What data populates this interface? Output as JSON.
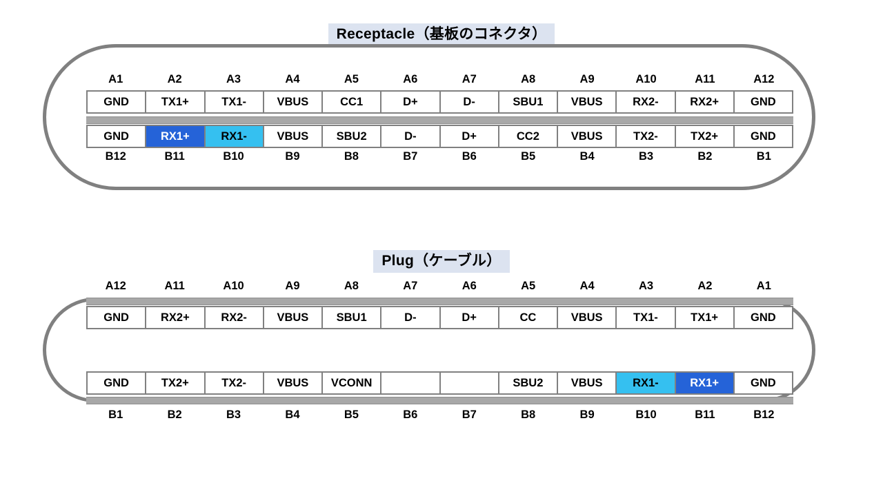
{
  "colors": {
    "highlight_blue": "#2563d8",
    "highlight_cyan": "#35c0f0",
    "outline_gray": "#808080",
    "shell_gray": "#a8a8a8",
    "title_chip_bg": "#dce3f0"
  },
  "receptacle": {
    "title": "Receptacle（基板のコネクタ）",
    "top_pin_labels": [
      "A1",
      "A2",
      "A3",
      "A4",
      "A5",
      "A6",
      "A7",
      "A8",
      "A9",
      "A10",
      "A11",
      "A12"
    ],
    "bottom_pin_labels": [
      "B12",
      "B11",
      "B10",
      "B9",
      "B8",
      "B7",
      "B6",
      "B5",
      "B4",
      "B3",
      "B2",
      "B1"
    ],
    "top_row": [
      {
        "label": "GND",
        "style": "plain"
      },
      {
        "label": "TX1+",
        "style": "plain"
      },
      {
        "label": "TX1-",
        "style": "plain"
      },
      {
        "label": "VBUS",
        "style": "plain"
      },
      {
        "label": "CC1",
        "style": "plain"
      },
      {
        "label": "D+",
        "style": "plain"
      },
      {
        "label": "D-",
        "style": "plain"
      },
      {
        "label": "SBU1",
        "style": "plain"
      },
      {
        "label": "VBUS",
        "style": "plain"
      },
      {
        "label": "RX2-",
        "style": "plain"
      },
      {
        "label": "RX2+",
        "style": "plain"
      },
      {
        "label": "GND",
        "style": "plain"
      }
    ],
    "bottom_row": [
      {
        "label": "GND",
        "style": "plain"
      },
      {
        "label": "RX1+",
        "style": "blue"
      },
      {
        "label": "RX1-",
        "style": "cyan"
      },
      {
        "label": "VBUS",
        "style": "plain"
      },
      {
        "label": "SBU2",
        "style": "plain"
      },
      {
        "label": "D-",
        "style": "plain"
      },
      {
        "label": "D+",
        "style": "plain"
      },
      {
        "label": "CC2",
        "style": "plain"
      },
      {
        "label": "VBUS",
        "style": "plain"
      },
      {
        "label": "TX2-",
        "style": "plain"
      },
      {
        "label": "TX2+",
        "style": "plain"
      },
      {
        "label": "GND",
        "style": "plain"
      }
    ]
  },
  "plug": {
    "title": "Plug（ケーブル）",
    "top_pin_labels": [
      "A12",
      "A11",
      "A10",
      "A9",
      "A8",
      "A7",
      "A6",
      "A5",
      "A4",
      "A3",
      "A2",
      "A1"
    ],
    "bottom_pin_labels": [
      "B1",
      "B2",
      "B3",
      "B4",
      "B5",
      "B6",
      "B7",
      "B8",
      "B9",
      "B10",
      "B11",
      "B12"
    ],
    "top_row": [
      {
        "label": "GND",
        "style": "plain"
      },
      {
        "label": "RX2+",
        "style": "plain"
      },
      {
        "label": "RX2-",
        "style": "plain"
      },
      {
        "label": "VBUS",
        "style": "plain"
      },
      {
        "label": "SBU1",
        "style": "plain"
      },
      {
        "label": "D-",
        "style": "plain"
      },
      {
        "label": "D+",
        "style": "plain"
      },
      {
        "label": "CC",
        "style": "plain"
      },
      {
        "label": "VBUS",
        "style": "plain"
      },
      {
        "label": "TX1-",
        "style": "plain"
      },
      {
        "label": "TX1+",
        "style": "plain"
      },
      {
        "label": "GND",
        "style": "plain"
      }
    ],
    "bottom_row": [
      {
        "label": "GND",
        "style": "plain"
      },
      {
        "label": "TX2+",
        "style": "plain"
      },
      {
        "label": "TX2-",
        "style": "plain"
      },
      {
        "label": "VBUS",
        "style": "plain"
      },
      {
        "label": "VCONN",
        "style": "plain"
      },
      {
        "label": "",
        "style": "empty"
      },
      {
        "label": "",
        "style": "empty"
      },
      {
        "label": "SBU2",
        "style": "plain"
      },
      {
        "label": "VBUS",
        "style": "plain"
      },
      {
        "label": "RX1-",
        "style": "cyan"
      },
      {
        "label": "RX1+",
        "style": "blue"
      },
      {
        "label": "GND",
        "style": "plain"
      }
    ]
  }
}
